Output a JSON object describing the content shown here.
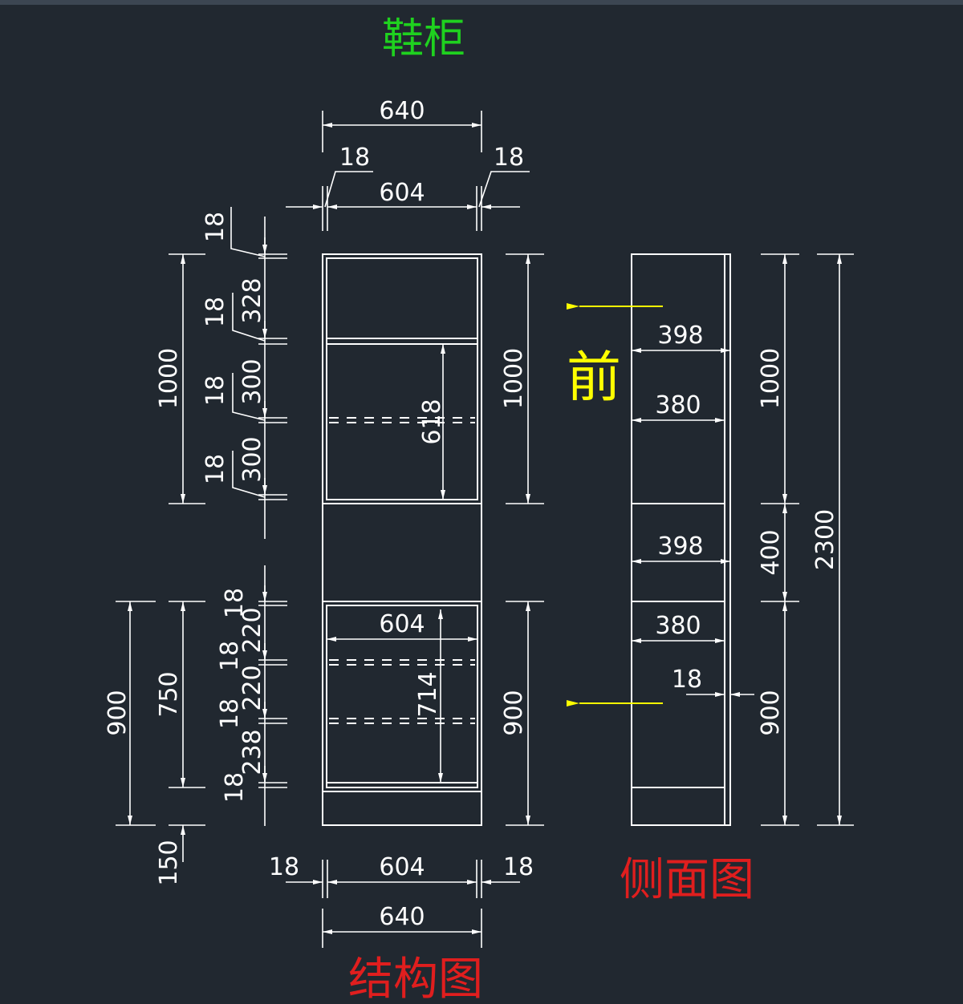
{
  "titles": {
    "main": "鞋柜",
    "front_label": "前",
    "structure": "结构图",
    "side": "侧面图"
  },
  "colors": {
    "background": "#212830",
    "lines": "#ffffff",
    "title_green": "#1fd11f",
    "front_yellow": "#ffff00",
    "label_red": "#e01e1e"
  },
  "dimensions": {
    "top_overall_width": "640",
    "top_left_panel": "18",
    "top_right_panel": "18",
    "top_inner_width": "604",
    "left_18_a": "18",
    "left_328": "328",
    "left_18_b": "18",
    "left_300_a": "300",
    "left_18_c": "18",
    "left_300_b": "300",
    "left_1000": "1000",
    "inner_618": "618",
    "mid_1000": "1000",
    "left_18_d": "18",
    "left_220_a": "220",
    "left_18_e": "18",
    "left_220_b": "220",
    "left_18_f": "18",
    "left_238": "238",
    "left_18_g": "18",
    "left_900": "900",
    "left_750": "750",
    "left_150": "150",
    "inner_604": "604",
    "inner_714": "714",
    "mid_900": "900",
    "bottom_left_panel": "18",
    "bottom_inner_width": "604",
    "bottom_right_panel": "18",
    "bottom_overall_width": "640",
    "side_398_a": "398",
    "side_380_a": "380",
    "side_398_b": "398",
    "side_380_b": "380",
    "side_18": "18",
    "side_1000": "1000",
    "side_400": "400",
    "side_900": "900",
    "side_2300": "2300"
  }
}
